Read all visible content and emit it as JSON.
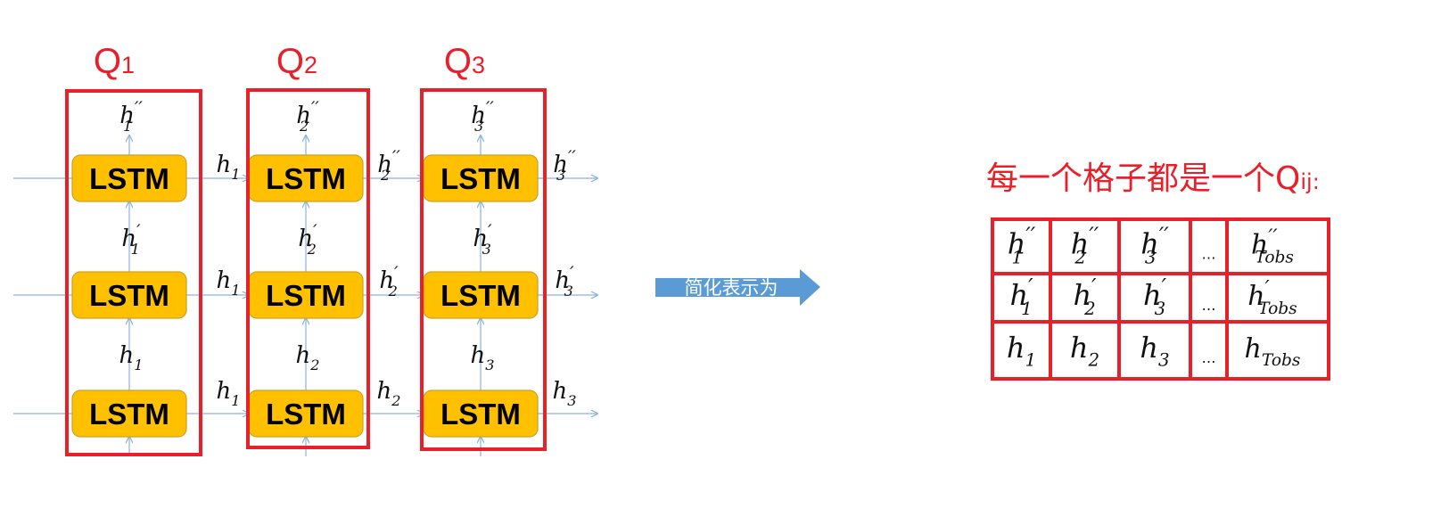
{
  "colors": {
    "frame_red": "#e8202a",
    "lstm_fill": "#ffc000",
    "lstm_stroke": "#c9a227",
    "arrow_blue": "#8ab4dc",
    "big_arrow": "#5b9bd5",
    "text": "#111111"
  },
  "lstm_label": "LSTM",
  "columns": [
    {
      "title_main": "Q",
      "title_sub": "1",
      "labels": {
        "top": {
          "base": "h",
          "sub": "1",
          "sup": "′′"
        },
        "mid": {
          "base": "h",
          "sub": "1",
          "sup": "′"
        },
        "bottom": {
          "base": "h",
          "sub": "1",
          "sup": ""
        }
      },
      "out": [
        {
          "base": "h",
          "sub": "1",
          "sup": ""
        },
        {
          "base": "h",
          "sub": "1",
          "sup": ""
        },
        {
          "base": "h",
          "sub": "1",
          "sup": ""
        }
      ]
    },
    {
      "title_main": "Q",
      "title_sub": "2",
      "labels": {
        "top": {
          "base": "h",
          "sub": "2",
          "sup": "′′"
        },
        "mid": {
          "base": "h",
          "sub": "2",
          "sup": "′"
        },
        "bottom": {
          "base": "h",
          "sub": "2",
          "sup": ""
        }
      },
      "out": [
        {
          "base": "h",
          "sub": "2",
          "sup": "′′"
        },
        {
          "base": "h",
          "sub": "2",
          "sup": "′"
        },
        {
          "base": "h",
          "sub": "2",
          "sup": ""
        }
      ]
    },
    {
      "title_main": "Q",
      "title_sub": "3",
      "labels": {
        "top": {
          "base": "h",
          "sub": "3",
          "sup": "′′"
        },
        "mid": {
          "base": "h",
          "sub": "3",
          "sup": "′"
        },
        "bottom": {
          "base": "h",
          "sub": "3",
          "sup": ""
        }
      },
      "out": [
        {
          "base": "h",
          "sub": "3",
          "sup": "′′"
        },
        {
          "base": "h",
          "sub": "3",
          "sup": "′"
        },
        {
          "base": "h",
          "sub": "3",
          "sup": ""
        }
      ]
    }
  ],
  "arrow_label": "简化表示为",
  "grid_title_main": "每一个格子都是一个Q",
  "grid_title_sub": "ij",
  "grid_title_colon": ":",
  "grid": [
    [
      {
        "base": "h",
        "sub": "1",
        "sup": "′′"
      },
      {
        "base": "h",
        "sub": "2",
        "sup": "′′"
      },
      {
        "base": "h",
        "sub": "3",
        "sup": "′′"
      },
      {
        "base": "…",
        "sub": "",
        "sup": ""
      },
      {
        "base": "h",
        "sub": "Tobs",
        "sup": "′′"
      }
    ],
    [
      {
        "base": "h",
        "sub": "1",
        "sup": "′"
      },
      {
        "base": "h",
        "sub": "2",
        "sup": "′"
      },
      {
        "base": "h",
        "sub": "3",
        "sup": "′"
      },
      {
        "base": "…",
        "sub": "",
        "sup": ""
      },
      {
        "base": "h",
        "sub": "Tobs",
        "sup": "′"
      }
    ],
    [
      {
        "base": "h",
        "sub": "1",
        "sup": ""
      },
      {
        "base": "h",
        "sub": "2",
        "sup": ""
      },
      {
        "base": "h",
        "sub": "3",
        "sup": ""
      },
      {
        "base": "…",
        "sub": "",
        "sup": ""
      },
      {
        "base": "h",
        "sub": "Tobs",
        "sup": ""
      }
    ]
  ]
}
